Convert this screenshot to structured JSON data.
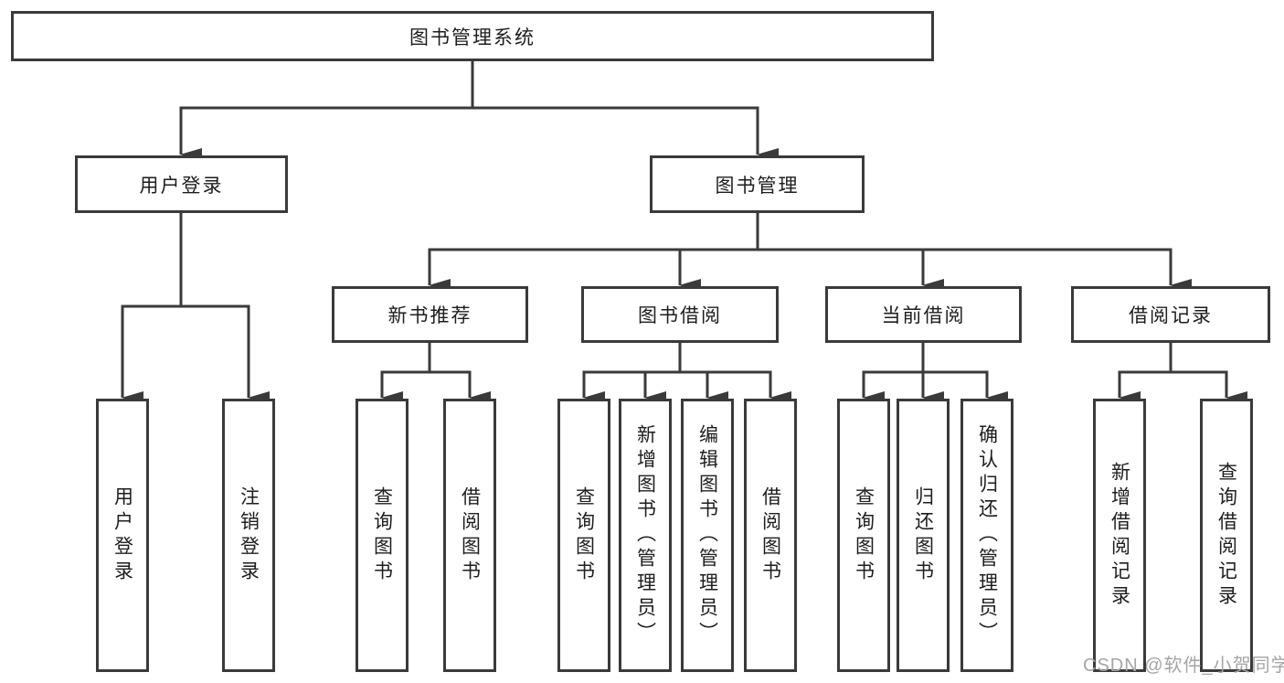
{
  "diagram": {
    "title_node": {
      "label": "图书管理系统"
    },
    "level2": [
      {
        "label": "用户登录"
      },
      {
        "label": "图书管理"
      }
    ],
    "level3": [
      {
        "label": "新书推荐"
      },
      {
        "label": "图书借阅"
      },
      {
        "label": "当前借阅"
      },
      {
        "label": "借阅记录"
      }
    ],
    "leaves": [
      {
        "label": "用户登录",
        "parent": "用户登录"
      },
      {
        "label": "注销登录",
        "parent": "用户登录"
      },
      {
        "label": "查询图书",
        "parent": "新书推荐"
      },
      {
        "label": "借阅图书",
        "parent": "新书推荐"
      },
      {
        "label": "查询图书",
        "parent": "图书借阅"
      },
      {
        "label": "新增图书（管理员）",
        "parent": "图书借阅"
      },
      {
        "label": "编辑图书（管理员）",
        "parent": "图书借阅"
      },
      {
        "label": "借阅图书",
        "parent": "图书借阅"
      },
      {
        "label": "查询图书",
        "parent": "当前借阅"
      },
      {
        "label": "归还图书",
        "parent": "当前借阅"
      },
      {
        "label": "确认归还（管理员）",
        "parent": "当前借阅"
      },
      {
        "label": "新增借阅记录",
        "parent": "借阅记录"
      },
      {
        "label": "查询借阅记录",
        "parent": "借阅记录"
      }
    ],
    "watermark": "CSDN @软件_小贺同学",
    "colors": {
      "line": "#3a3a3a",
      "text": "#1d1d1d",
      "background": "#ffffff",
      "watermark": "#a5a5a5"
    }
  }
}
